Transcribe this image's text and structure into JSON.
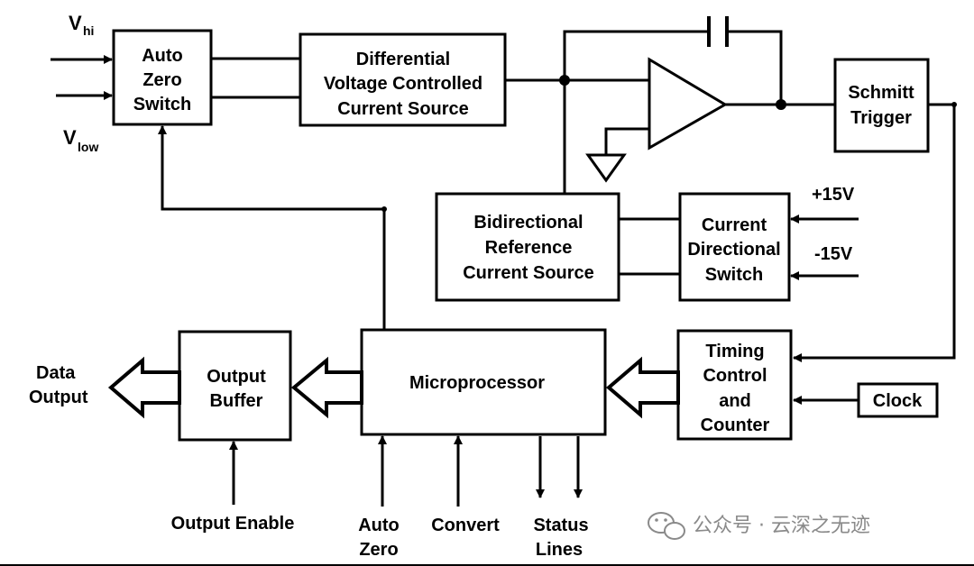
{
  "inputs": {
    "v_hi": {
      "main": "V",
      "sub": "hi"
    },
    "v_low": {
      "main": "V",
      "sub": "low"
    }
  },
  "blocks": {
    "auto_zero_switch": [
      "Auto",
      "Zero",
      "Switch"
    ],
    "diff_vccs": [
      "Differential",
      "Voltage Controlled",
      "Current Source"
    ],
    "schmitt_trigger": [
      "Schmitt",
      "Trigger"
    ],
    "bidir_ref": [
      "Bidirectional",
      "Reference",
      "Current Source"
    ],
    "current_dir_switch": [
      "Current",
      "Directional",
      "Switch"
    ],
    "microprocessor": [
      "Microprocessor"
    ],
    "output_buffer": [
      "Output",
      "Buffer"
    ],
    "timing_control": [
      "Timing",
      "Control",
      "and",
      "Counter"
    ],
    "clock": [
      "Clock"
    ]
  },
  "signals": {
    "plus15": "+15V",
    "minus15": "-15V",
    "data_output": [
      "Data",
      "Output"
    ],
    "output_enable": "Output Enable",
    "auto_zero": [
      "Auto",
      "Zero"
    ],
    "convert": "Convert",
    "status_lines": [
      "Status",
      "Lines"
    ]
  },
  "watermark": "公众号 · 云深之无迹",
  "colors": {
    "line": "#000000",
    "watermark": "#8a8a8a"
  }
}
